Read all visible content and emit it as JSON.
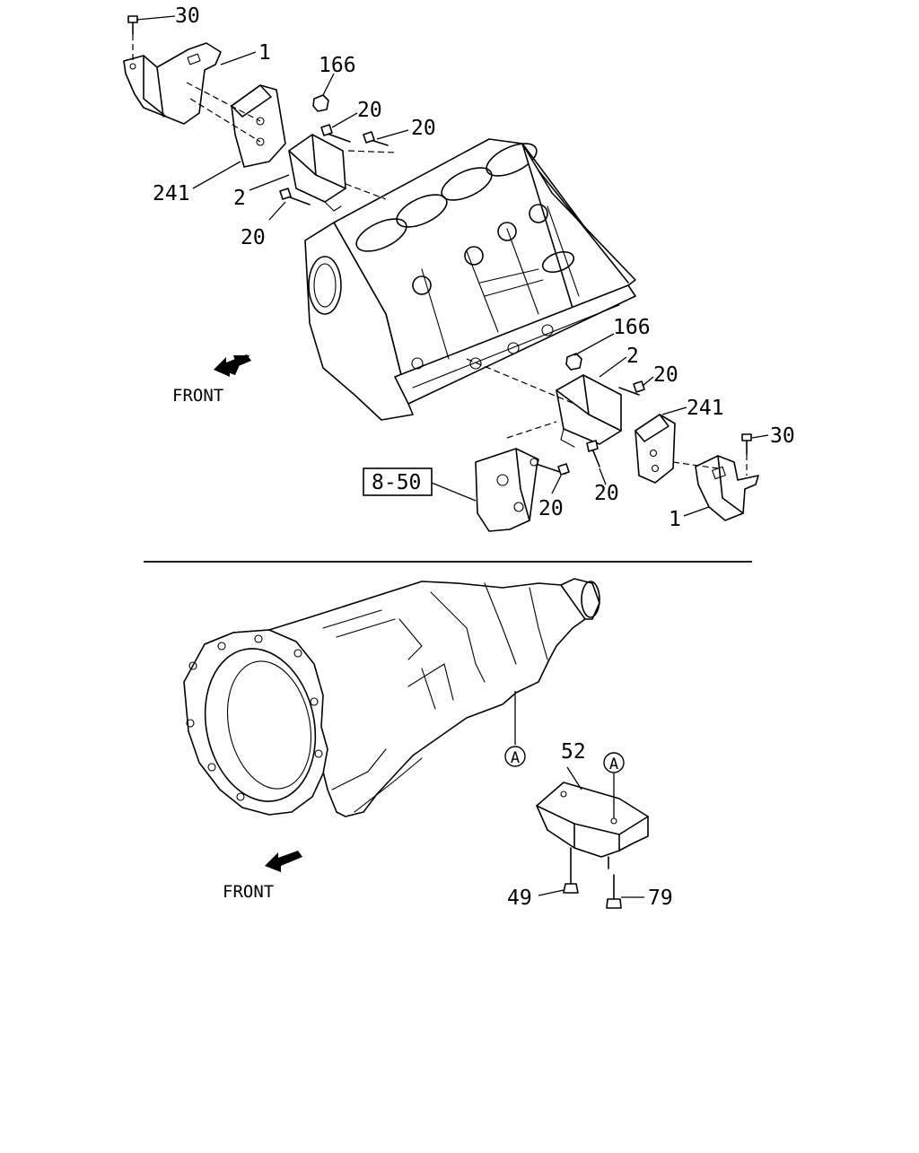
{
  "top_section": {
    "front_label": "FRONT",
    "callouts": {
      "c30_left": "30",
      "c1_left": "1",
      "c166_upper": "166",
      "c20_a": "20",
      "c20_b": "20",
      "c241_left": "241",
      "c2_left": "2",
      "c20_c": "20",
      "c166_lower": "166",
      "c2_right": "2",
      "c20_d": "20",
      "c241_right": "241",
      "c30_right": "30",
      "c20_e": "20",
      "c20_f": "20",
      "c1_right": "1"
    },
    "reference_box": "8-50"
  },
  "bottom_section": {
    "front_label": "FRONT",
    "callouts": {
      "c52": "52",
      "c49": "49",
      "c79": "79"
    },
    "circle_labels": {
      "a_left": "A",
      "a_right": "A"
    }
  }
}
